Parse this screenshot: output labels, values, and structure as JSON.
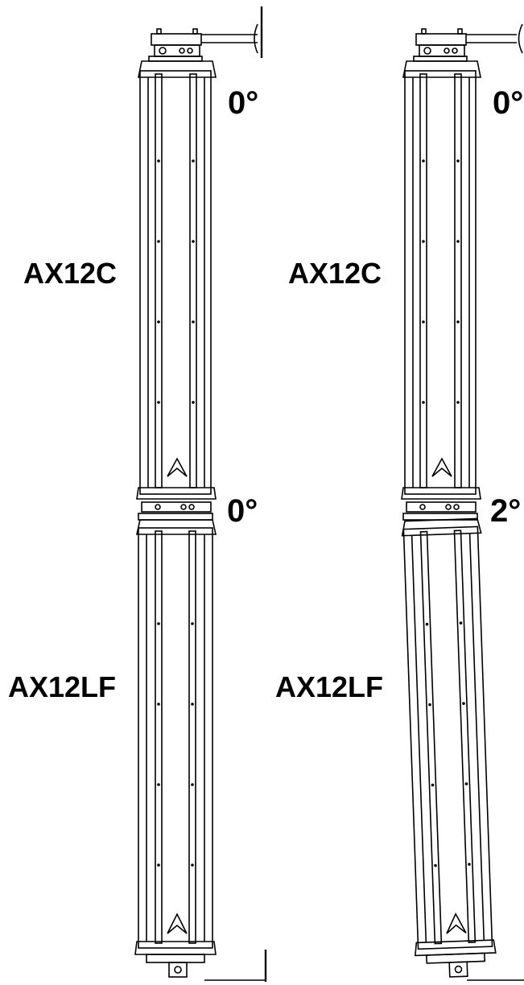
{
  "labels": {
    "left": {
      "upper_model": "AX12C",
      "lower_model": "AX12LF",
      "top_angle": "0°",
      "splay_angle": "0°"
    },
    "right": {
      "upper_model": "AX12C",
      "lower_model": "AX12LF",
      "top_angle": "0°",
      "splay_angle": "2°"
    }
  },
  "colors": {
    "line": "#000000",
    "background": "#ffffff"
  },
  "icons": {
    "brand_logo": "brand-logo-icon",
    "wall_bracket": "wall-bracket-icon"
  }
}
